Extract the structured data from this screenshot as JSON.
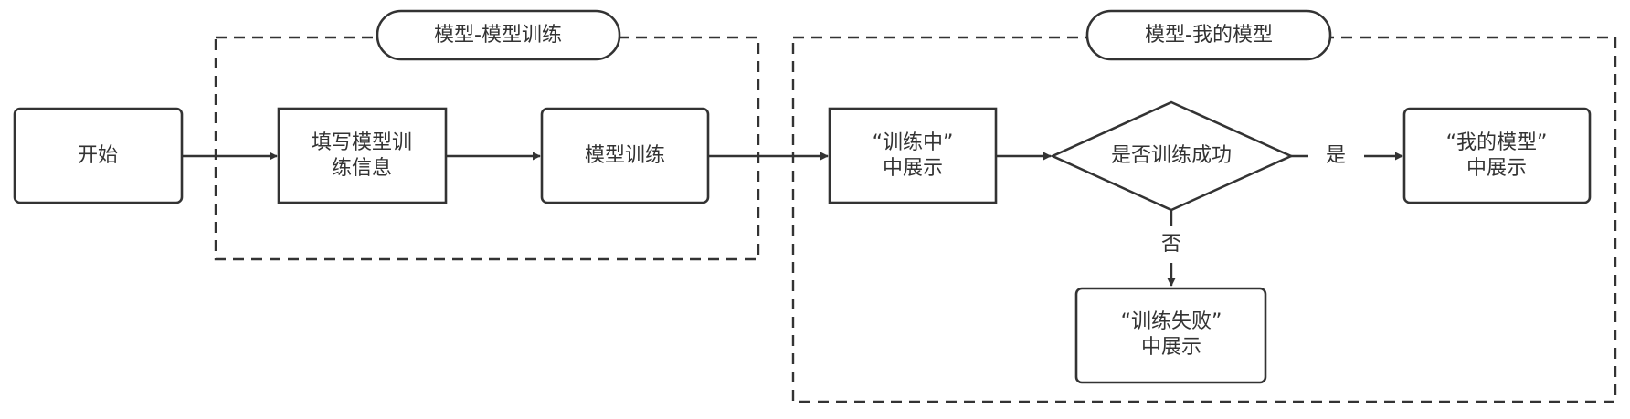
{
  "groups": {
    "training": {
      "title": "模型-模型训练"
    },
    "my_models": {
      "title": "模型-我的模型"
    }
  },
  "nodes": {
    "start": {
      "label": "开始"
    },
    "fill_info": {
      "line1": "填写模型训",
      "line2": "练信息"
    },
    "train": {
      "label": "模型训练"
    },
    "in_training": {
      "line1": "“训练中”",
      "line2": "中展示"
    },
    "decision": {
      "label": "是否训练成功"
    },
    "my_model": {
      "line1": "“我的模型”",
      "line2": "中展示"
    },
    "failed": {
      "line1": "“训练失败”",
      "line2": "中展示"
    }
  },
  "edges": {
    "yes_label": "是",
    "no_label": "否"
  },
  "colors": {
    "stroke": "#333333",
    "background": "#ffffff"
  }
}
